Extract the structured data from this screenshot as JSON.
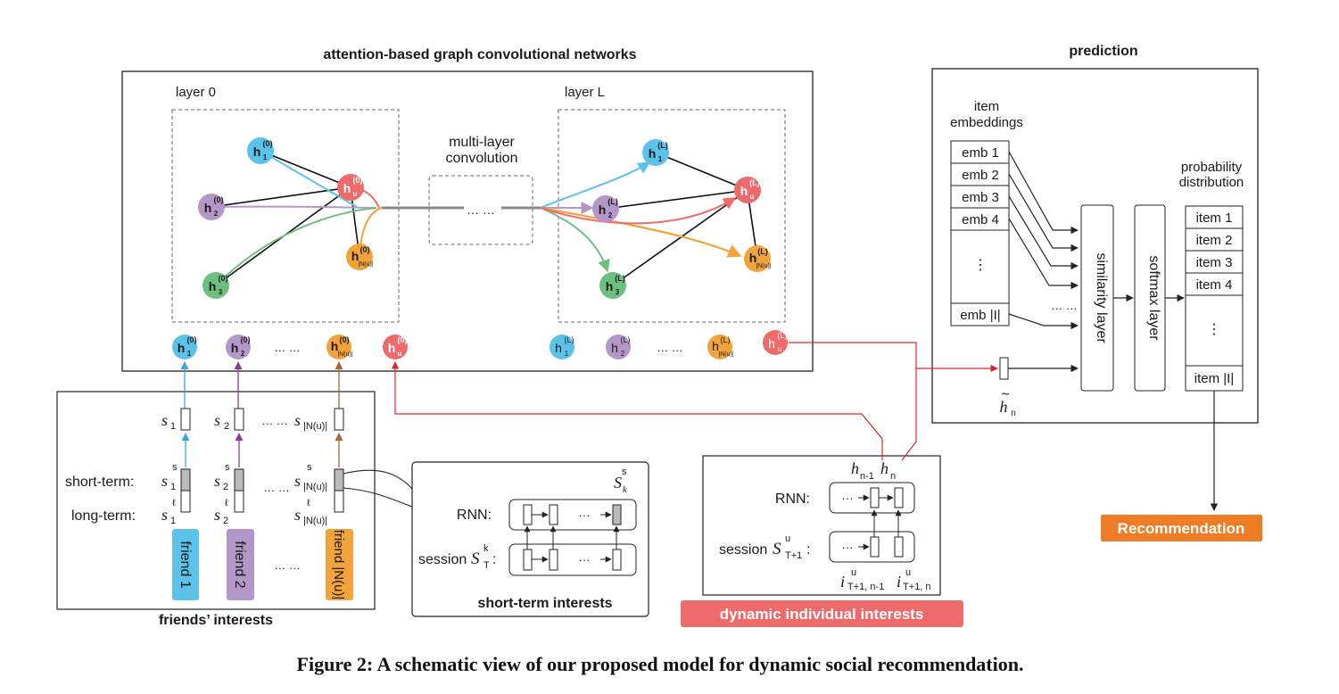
{
  "colors": {
    "blue": "#5bc3ea",
    "purple": "#b497c9",
    "green": "#6dbf80",
    "orange": "#f2a43a",
    "red": "#ef6b6b",
    "recommendation_bg": "#ef7d26",
    "dynamic_bg": "#ef6b6b",
    "arrow_red": "#d42a2a",
    "arrow_brown": "#9a6a3a",
    "arrow_purple": "#8b3a96"
  },
  "titles": {
    "gcn": "attention-based graph convolutional networks",
    "prediction": "prediction",
    "friends": "friends’ interests",
    "short_term": "short-term  interests",
    "dynamic": "dynamic individual interests",
    "recommendation": "Recommendation",
    "caption": "Figure 2: A schematic view of our proposed model for dynamic social recommendation."
  },
  "gcn": {
    "layer0": "layer 0",
    "layerL": "layer L",
    "multi1": "multi-layer",
    "multi2": "convolution",
    "dots": "… …",
    "row_dots0": "… …",
    "row_dotsL": "… …"
  },
  "nodes": {
    "h": "h",
    "sup0": "(0)",
    "supL": "(L)",
    "sub1": "1",
    "sub2": "2",
    "sub3": "3",
    "subu": "u",
    "subN": "|N(u)|"
  },
  "prediction": {
    "item_emb1": "item",
    "item_emb2": "embeddings",
    "embs": [
      "emb 1",
      "emb 2",
      "emb 3",
      "emb 4"
    ],
    "emb_dots": "⋮",
    "emb_last": "emb |I|",
    "prob1": "probability",
    "prob2": "distribution",
    "items": [
      "item 1",
      "item 2",
      "item 3",
      "item 4"
    ],
    "item_dots": "⋮",
    "item_last": "item |I|",
    "similarity": "similarity layer",
    "softmax": "softmax layer",
    "dots": "… …",
    "hn_tilde": "h",
    "hn_tilde_mark": "~",
    "hn_sub": "n"
  },
  "friends": {
    "short_label": "short-term:",
    "long_label": "long-term:",
    "s": "s",
    "sub1": "1",
    "sub2": "2",
    "subN": "|N(u)|",
    "sup_s": "s",
    "sup_l": "ℓ",
    "dots": "… …",
    "friend1": "friend 1",
    "friend2": "friend 2",
    "friendN": "friend |N(u)|"
  },
  "short_box": {
    "rnn": "RNN:",
    "session": "session",
    "S": "S",
    "sup_k": "k",
    "sub_T": "T",
    "colon": ":",
    "top_S": "S",
    "top_sup": "s",
    "top_sub": "k",
    "dots": "···"
  },
  "dynamic_box": {
    "rnn": "RNN:",
    "session": "session",
    "S": "S",
    "sup_u": "u",
    "sub_T1": "T+1",
    "colon": ":",
    "h": "h",
    "sub_n1": "n-1",
    "sub_n": "n",
    "i": "i",
    "i_sup": "u",
    "i_sub1": "T+1, n-1",
    "i_sub2": "T+1, n",
    "dots": "···"
  }
}
